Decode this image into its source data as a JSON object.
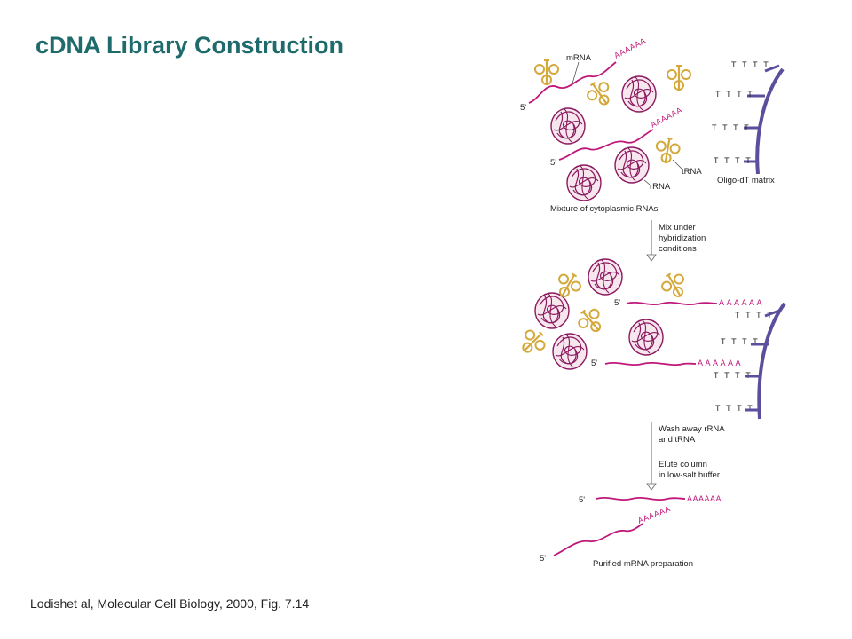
{
  "title": "cDNA Library Construction",
  "citation": "Lodishet al, Molecular Cell Biology, 2000, Fig. 7.14",
  "colors": {
    "title": "#1f6b6b",
    "mrna": "#c0187a",
    "rrna": "#8a1a5e",
    "trna": "#d4a83a",
    "matrix": "#5b4e9c"
  },
  "diagram": {
    "labels": {
      "mrna": "mRNA",
      "trna": "tRNA",
      "rrna": "rRNA",
      "oligo_dt": "Oligo-dT matrix",
      "mixture": "Mixture of cytoplasmic RNAs",
      "purified": "Purified mRNA preparation",
      "five_prime": "5'",
      "poly_a": "AAAAAA",
      "poly_a_spaced": "A A A A A A",
      "tttt": "T T T T"
    },
    "steps": {
      "mix_1": "Mix under",
      "mix_2": "hybridization",
      "mix_3": "conditions",
      "wash_1": "Wash away rRNA",
      "wash_2": "and tRNA",
      "elute_1": "Elute column",
      "elute_2": "in low-salt buffer"
    }
  }
}
